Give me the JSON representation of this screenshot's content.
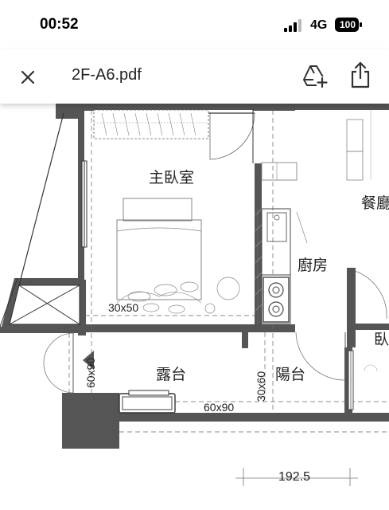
{
  "status_bar": {
    "time": "00:52",
    "network": "4G",
    "battery": "100",
    "icons": [
      "signal-bars-icon",
      "battery-icon"
    ]
  },
  "header": {
    "title": "2F-A6.pdf",
    "icons": [
      "close-icon",
      "add-to-drive-icon",
      "share-icon"
    ]
  },
  "floor_plan": {
    "rooms": {
      "master_bedroom": "主臥室",
      "dining": "餐廳",
      "kitchen": "廚房",
      "terrace": "露台",
      "balcony": "陽台",
      "bedroom_partial": "臥"
    },
    "dimensions": {
      "window_master": "30x50",
      "vertical_left": "60x90",
      "vertical_balcony": "30x60",
      "window_bottom": "60x90",
      "width_total": "192.5"
    }
  },
  "colors": {
    "wall": "#555555",
    "line": "#333333"
  }
}
